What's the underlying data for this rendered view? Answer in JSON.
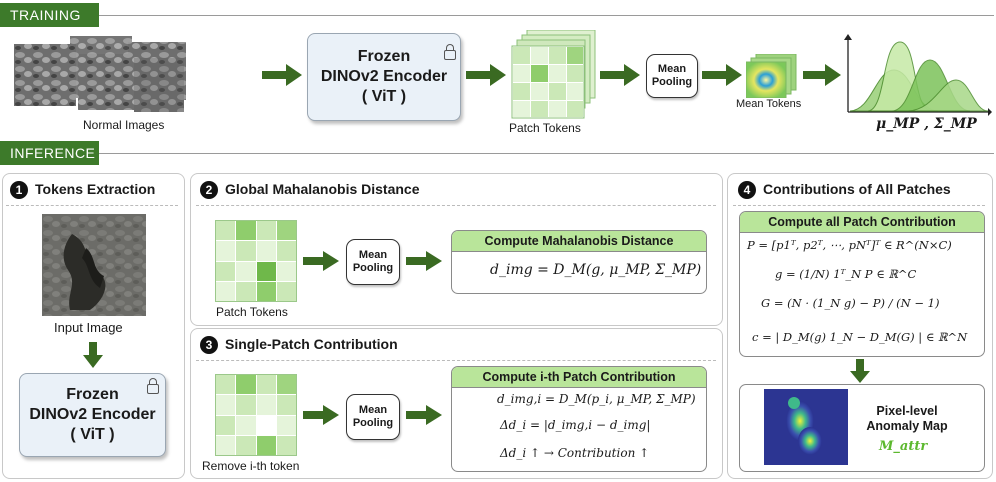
{
  "sections": {
    "training": "TRAINING",
    "inference": "INFERENCE"
  },
  "training": {
    "images_label": "Normal Images",
    "encoder": {
      "line1": "Frozen",
      "line2": "DINOv2 Encoder",
      "line3": "( ViT )"
    },
    "patch_tokens_label": "Patch Tokens",
    "pooling": {
      "line1": "Mean",
      "line2": "Pooling"
    },
    "mean_tokens_label": "Mean Tokens",
    "distribution_label": "μ_MP , Σ_MP"
  },
  "step1": {
    "number": "1",
    "title": "Tokens Extraction",
    "input_label": "Input Image",
    "encoder": {
      "line1": "Frozen",
      "line2": "DINOv2 Encoder",
      "line3": "( ViT )"
    }
  },
  "step2": {
    "number": "2",
    "title": "Global Mahalanobis Distance",
    "patch_tokens_label": "Patch Tokens",
    "pooling": {
      "line1": "Mean",
      "line2": "Pooling"
    },
    "box_title": "Compute Mahalanobis Distance",
    "formula": "d_img = D_M(g, μ_MP, Σ_MP)"
  },
  "step3": {
    "number": "3",
    "title": "Single-Patch Contribution",
    "remove_label": "Remove i-th token",
    "pooling": {
      "line1": "Mean",
      "line2": "Pooling"
    },
    "box_title": "Compute i-th Patch Contribution",
    "formula1": "d_img,i = D_M(p_i, μ_MP, Σ_MP)",
    "formula2": "Δd_i = |d_img,i − d_img|",
    "formula3": "Δd_i ↑ → Contribution ↑"
  },
  "step4": {
    "number": "4",
    "title": "Contributions of All Patches",
    "box_title": "Compute all Patch Contribution",
    "formula1": "P = [p1ᵀ, p2ᵀ, ⋯, pNᵀ]ᵀ ∈ R^(N×C)",
    "formula2": "g = (1/N) 1ᵀ_N P ∈ ℝ^C",
    "formula3": "G = (N · (1_N g) − P) / (N − 1)",
    "formula4": "c = | D_M(g) 1_N − D_M(G) | ∈ ℝ^N",
    "map_title": "Pixel-level Anomaly Map",
    "map_symbol": "M_attr"
  },
  "colors": {
    "green_dark": "#3d7a2a",
    "green_light": "#b9e59a",
    "green_text": "#5cb82e",
    "arrow": "#3a6a22"
  }
}
